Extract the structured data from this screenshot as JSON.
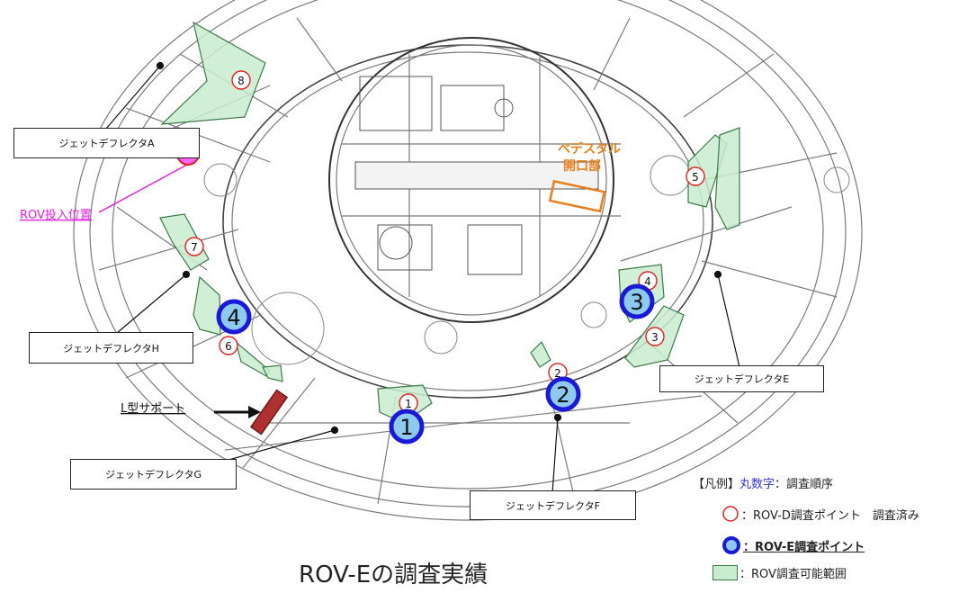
{
  "caption": "ROV-Eの調査実績",
  "callouts": {
    "deflector_a": "ジェットデフレクタA",
    "deflector_e": "ジェットデフレクタE",
    "deflector_f": "ジェットデフレクタF",
    "deflector_g": "ジェットデフレクタG",
    "deflector_h": "ジェットデフレクタH"
  },
  "labels": {
    "rov_insert": "ROV投入位置",
    "l_support": "L型サポート",
    "pedestal_line1": "ペデスタル",
    "pedestal_line2": "開口部"
  },
  "rov_d_points": [
    "①",
    "②",
    "③",
    "④",
    "⑤",
    "⑥",
    "⑦",
    "⑧"
  ],
  "rov_e_points": [
    "1",
    "2",
    "3",
    "4"
  ],
  "legend": {
    "title_prefix": "【凡例】",
    "title_colored": "丸数字",
    "title_suffix": "：調査順序",
    "rov_d": "：ROV-D調査ポイント　調査済み",
    "rov_e": "：ROV-E調査ポイント",
    "range": "：ROV調査可能範囲"
  },
  "colors": {
    "rov_d_circle": "#e02020",
    "rov_e_ring": "#1a1ad6",
    "rov_e_fill": "#8ec9f0",
    "range_fill": "#c9ecd0",
    "range_stroke": "#3c7a48",
    "pedestal": "#e8801e",
    "rov_insert": "#e020e0",
    "l_support": "#a02828"
  }
}
